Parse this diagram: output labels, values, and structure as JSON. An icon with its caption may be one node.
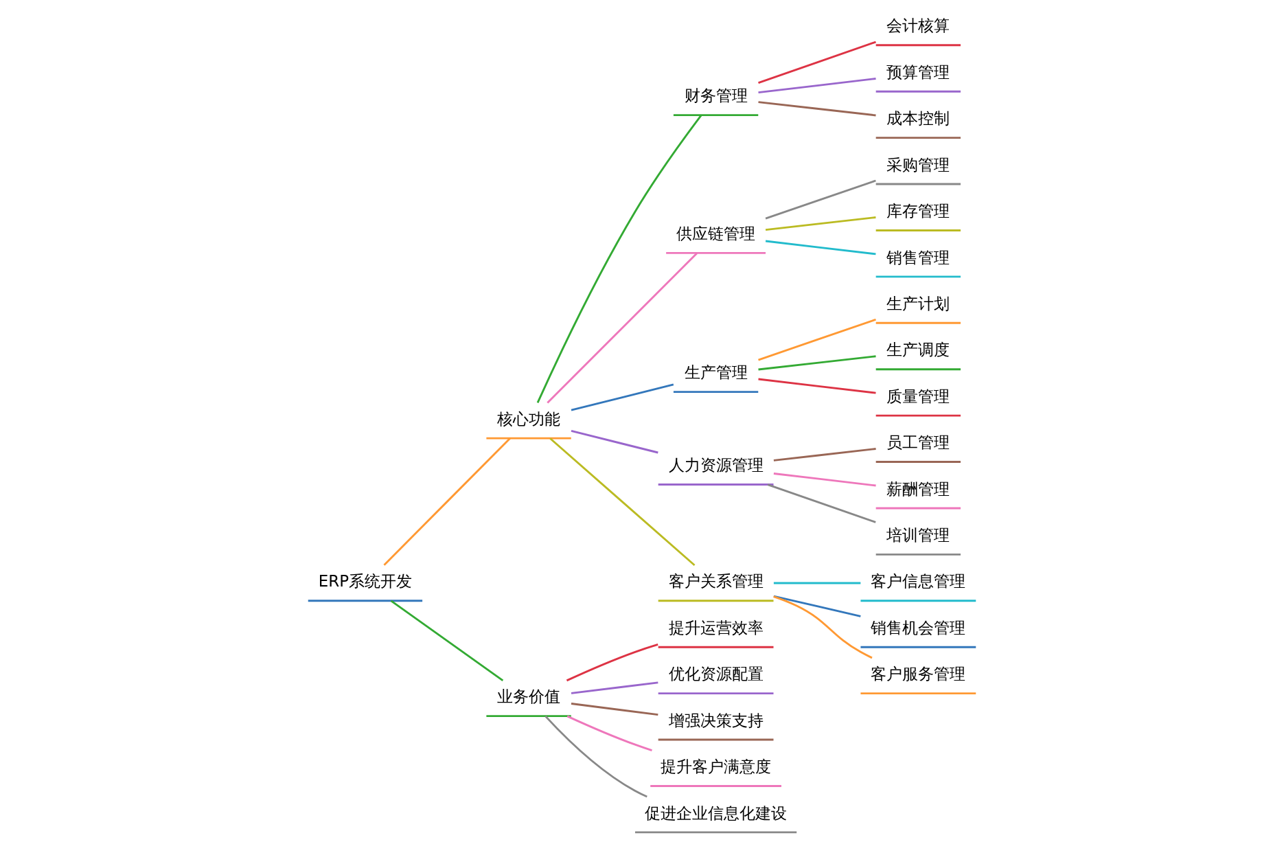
{
  "diagram": {
    "nodes": [
      {
        "text": [
          "ERP系统开发"
        ]
      },
      {
        "text": [
          "核心功能"
        ]
      },
      {
        "text": [
          "财务管理"
        ]
      },
      {
        "text": [
          "会计核算"
        ]
      },
      {
        "text": [
          "预算管理"
        ]
      },
      {
        "text": [
          "成本控制"
        ]
      },
      {
        "text": [
          "供应链管理"
        ]
      },
      {
        "text": [
          "采购管理"
        ]
      },
      {
        "text": [
          "库存管理"
        ]
      },
      {
        "text": [
          "销售管理"
        ]
      },
      {
        "text": [
          "生产管理"
        ]
      },
      {
        "text": [
          "生产计划"
        ]
      },
      {
        "text": [
          "生产调度"
        ]
      },
      {
        "text": [
          "质量管理"
        ]
      },
      {
        "text": [
          "人力资源管理"
        ]
      },
      {
        "text": [
          "员工管理"
        ]
      },
      {
        "text": [
          "薪酬管理"
        ]
      },
      {
        "text": [
          "培训管理"
        ]
      },
      {
        "text": [
          "客户关系管理"
        ]
      },
      {
        "text": [
          "客户信息管理"
        ]
      },
      {
        "text": [
          "销售机会管理"
        ]
      },
      {
        "text": [
          "客户服务管理"
        ]
      },
      {
        "text": [
          "业务价值"
        ]
      },
      {
        "text": [
          "提升运营效率"
        ]
      },
      {
        "text": [
          "优化资源配置"
        ]
      },
      {
        "text": [
          "增强决策支持"
        ]
      },
      {
        "text": [
          "提升客户满意度"
        ]
      },
      {
        "text": [
          "促进企业信息化建设"
        ]
      }
    ],
    "edges": [
      {
        "from": 0,
        "to": 1,
        "arrow": "none",
        "color": "#ff9933"
      },
      {
        "from": 1,
        "to": 2,
        "arrow": "none",
        "color": "#33aa33"
      },
      {
        "from": 2,
        "to": 3,
        "arrow": "none",
        "color": "#dd3344"
      },
      {
        "from": 2,
        "to": 4,
        "arrow": "none",
        "color": "#9966cc"
      },
      {
        "from": 2,
        "to": 5,
        "arrow": "none",
        "color": "#996655"
      },
      {
        "from": 1,
        "to": 6,
        "arrow": "none",
        "color": "#ee77bb"
      },
      {
        "from": 6,
        "to": 7,
        "arrow": "none",
        "color": "#888888"
      },
      {
        "from": 6,
        "to": 8,
        "arrow": "none",
        "color": "#bbbb22"
      },
      {
        "from": 6,
        "to": 9,
        "arrow": "none",
        "color": "#22bbcc"
      },
      {
        "from": 1,
        "to": 10,
        "arrow": "none",
        "color": "#3377bb"
      },
      {
        "from": 10,
        "to": 11,
        "arrow": "none",
        "color": "#ff9933"
      },
      {
        "from": 10,
        "to": 12,
        "arrow": "none",
        "color": "#33aa33"
      },
      {
        "from": 10,
        "to": 13,
        "arrow": "none",
        "color": "#dd3344"
      },
      {
        "from": 1,
        "to": 14,
        "arrow": "none",
        "color": "#9966cc"
      },
      {
        "from": 14,
        "to": 15,
        "arrow": "none",
        "color": "#996655"
      },
      {
        "from": 14,
        "to": 16,
        "arrow": "none",
        "color": "#ee77bb"
      },
      {
        "from": 14,
        "to": 17,
        "arrow": "none",
        "color": "#888888"
      },
      {
        "from": 1,
        "to": 18,
        "arrow": "none",
        "color": "#bbbb22"
      },
      {
        "from": 18,
        "to": 19,
        "arrow": "none",
        "color": "#22bbcc"
      },
      {
        "from": 18,
        "to": 20,
        "arrow": "none",
        "color": "#3377bb"
      },
      {
        "from": 18,
        "to": 21,
        "arrow": "none",
        "color": "#ff9933"
      },
      {
        "from": 0,
        "to": 22,
        "arrow": "none",
        "color": "#33aa33"
      },
      {
        "from": 22,
        "to": 23,
        "arrow": "none",
        "color": "#dd3344"
      },
      {
        "from": 22,
        "to": 24,
        "arrow": "none",
        "color": "#9966cc"
      },
      {
        "from": 22,
        "to": 25,
        "arrow": "none",
        "color": "#996655"
      },
      {
        "from": 22,
        "to": 26,
        "arrow": "none",
        "color": "#ee77bb"
      },
      {
        "from": 22,
        "to": 27,
        "arrow": "none",
        "color": "#888888"
      }
    ]
  }
}
